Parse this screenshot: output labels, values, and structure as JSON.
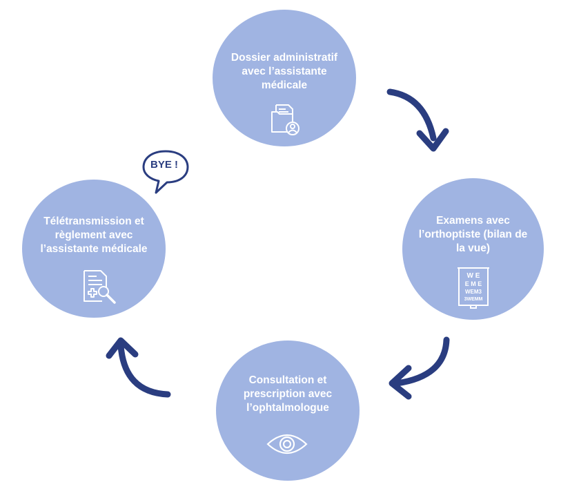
{
  "steps": [
    {
      "label": "Dossier administratif\navec l’assistante\nmédicale",
      "icon": "folder-user-icon"
    },
    {
      "label": "Examens avec\nl’orthoptiste (bilan de\nla vue)",
      "icon": "eye-chart-icon"
    },
    {
      "label": "Consultation et\nprescription avec\nl’ophtalmologue",
      "icon": "eye-icon"
    },
    {
      "label": "Télétransmission et\nrèglement avec\nl’assistante médicale",
      "icon": "medical-document-icon"
    }
  ],
  "bubble": {
    "text": "BYE !"
  },
  "colors": {
    "circle": "#a0b4e2",
    "arrow": "#2a3d80",
    "text": "#ffffff"
  }
}
